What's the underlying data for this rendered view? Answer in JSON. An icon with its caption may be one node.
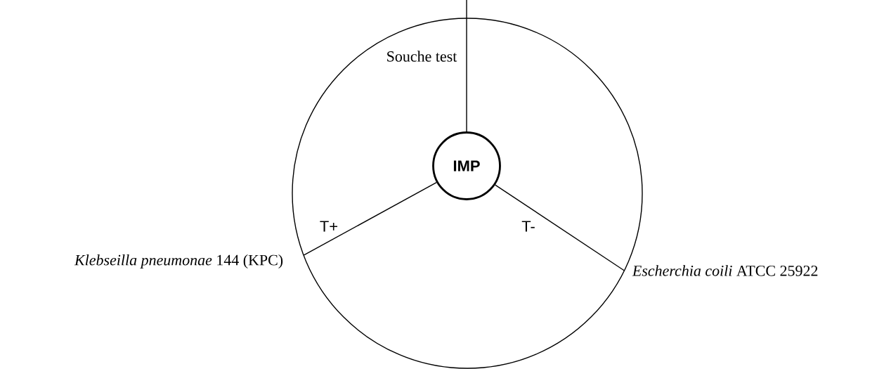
{
  "diagram": {
    "nodes": [
      {
        "text": [],
        "shape": "circle"
      },
      {
        "text": [
          "IMP"
        ],
        "in": 0
      },
      {
        "text": [
          "*Klebseilla pneumonae* 144 (KPC)"
        ]
      },
      {
        "text": [
          "*Escherchia coili* ATCC 25922"
        ]
      }
    ],
    "edges": [
      {
        "from": null,
        "to": 1,
        "arrow": "none"
      },
      {
        "from": 1,
        "to": 2,
        "arrow": "none",
        "label": "T+"
      },
      {
        "from": 1,
        "to": 3,
        "arrow": "none",
        "label": "T-"
      }
    ],
    "labels": [
      "Souche test"
    ]
  }
}
